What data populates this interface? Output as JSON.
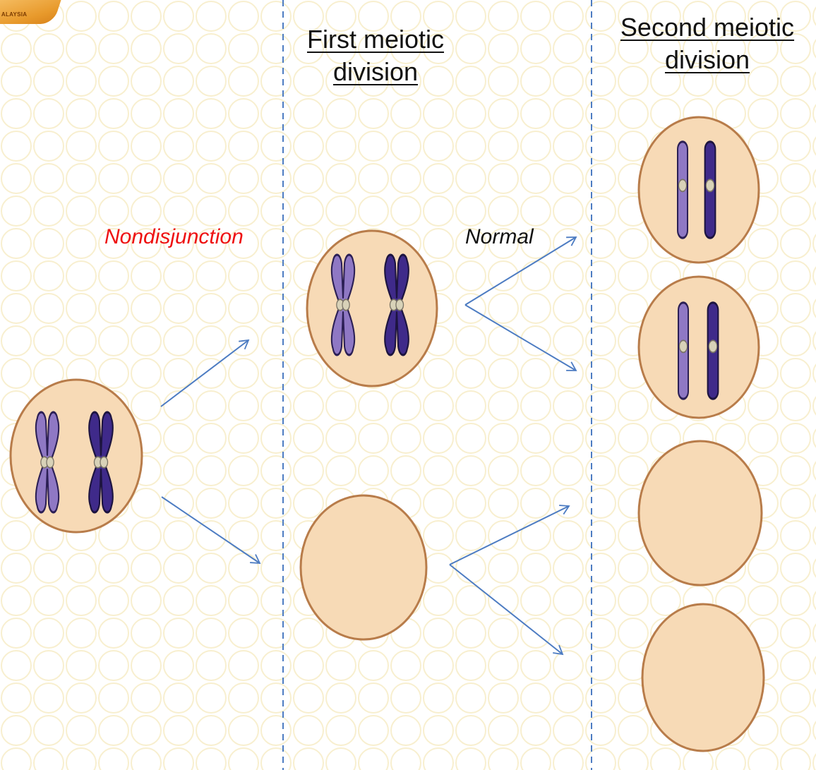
{
  "headings": {
    "first": [
      "First meiotic",
      "division"
    ],
    "second": [
      "Second meiotic",
      "division"
    ]
  },
  "labels": {
    "nondisjunction": "Nondisjunction",
    "normal": "Normal"
  },
  "logo": {
    "text": "ALAYSIA"
  },
  "colors": {
    "cell_fill": "#f7dab6",
    "cell_stroke": "#b87c4a",
    "chromosome_light": "#8f78c4",
    "chromosome_dark": "#3f2a8a",
    "arrow": "#4d7cc2",
    "divider": "#4d7cc2",
    "nondisjunction_text": "#ee1111"
  }
}
